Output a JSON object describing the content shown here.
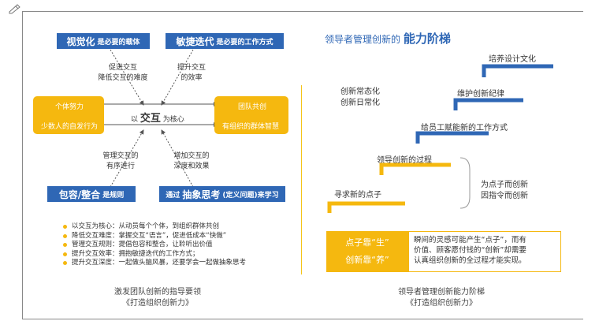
{
  "left": {
    "box_visual": {
      "main": "视觉化",
      "sub": "是必要的载体"
    },
    "box_agile": {
      "main": "敏捷迭代",
      "sub": "是必要的工作方式"
    },
    "box_inclusive": {
      "main": "包容/整合",
      "sub": "是规则"
    },
    "box_abstract": {
      "pre": "通过",
      "main": "抽象思考",
      "post": "(定义问题)来学习"
    },
    "label_promote": [
      "促进交互",
      "降低交互的难度"
    ],
    "label_efficiency": [
      "提升交互",
      "的效率"
    ],
    "label_manage": [
      "管理交互的",
      "有序进行"
    ],
    "label_depth": [
      "增加交互的",
      "深度和效果"
    ],
    "center": {
      "pre": "以",
      "main": "交互",
      "post": "为核心"
    },
    "left_panel": {
      "line1": "个体努力",
      "line2": "少数人的自发行为"
    },
    "right_panel": {
      "line1": "团队共创",
      "line2": "有组织的群体智慧"
    },
    "bullets": [
      "以交互为核心：从动员每个个体，到组织群体共创",
      "降低交互难度：掌握交互“语言”，促进低成本“快做”",
      "管理交互规则：提倡包容和整合，让聆听出价值",
      "提升交互效率：拥抱敏捷迭代的工作方式；",
      "提升交互深度：一起做头脑风暴，还要学会一起做抽象思考"
    ],
    "caption": [
      "激发团队创新的指导要领",
      "《打造组织创新力》"
    ]
  },
  "right": {
    "title": {
      "pre": "领导者管理创新的",
      "main": "能力阶梯"
    },
    "steps": [
      "寻求新的点子",
      "领导创新的过程",
      "给员工赋能新的工作方式",
      "维护创新纪律",
      "培养设计文化"
    ],
    "label_routine": [
      "创新常态化",
      "创新日常化"
    ],
    "label_reason": [
      "为点子而创新",
      "因指令而创新"
    ],
    "info_left": [
      "点子靠“生”",
      "创新靠“养”"
    ],
    "info_right": [
      "瞬间的灵感可能产生“点子”，而有",
      "价值、顾客愿付钱的“创新”却需要",
      "认真组织创新的全过程才能实现。"
    ],
    "caption": [
      "领导者管理创新能力阶梯",
      "《打造组织创新力》"
    ]
  },
  "colors": {
    "blue": "#2f67b5",
    "yellow": "#f5b80f"
  }
}
